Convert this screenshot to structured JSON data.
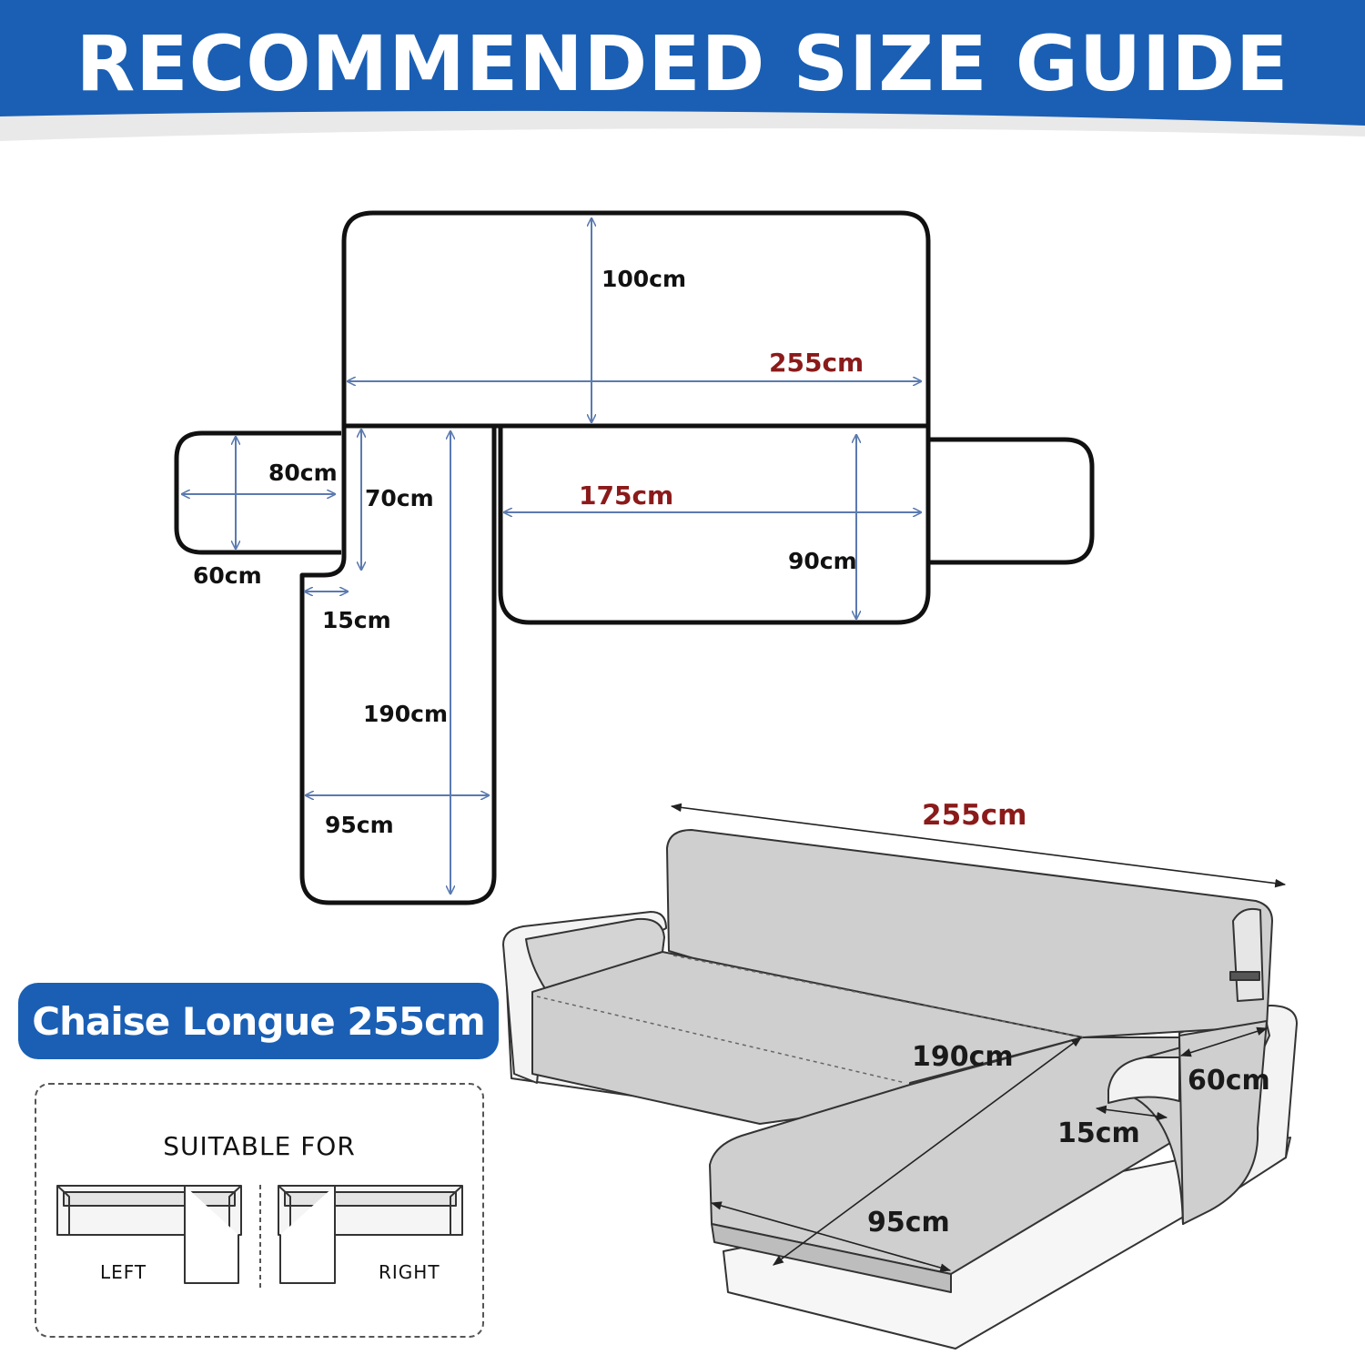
{
  "header": {
    "title": "RECOMMENDED SIZE GUIDE",
    "bg_color": "#1a5fb4"
  },
  "pattern": {
    "top_height": "100cm",
    "top_width": "255cm",
    "arm_width": "80cm",
    "arm_height": "60cm",
    "chaise_upper": "70cm",
    "notch": "15cm",
    "chaise_length": "190cm",
    "chaise_width": "95cm",
    "seat_width": "175cm",
    "seat_depth": "90cm"
  },
  "sofa": {
    "width": "255cm",
    "chaise_length": "190cm",
    "arm": "60cm",
    "gap": "15cm",
    "chaise_width": "95cm"
  },
  "badge": {
    "label": "Chaise Longue 255cm"
  },
  "suitable": {
    "title": "SUITABLE FOR",
    "left": "LEFT",
    "right": "RIGHT"
  },
  "colors": {
    "outline": "#111111",
    "arrow": "#5b7ab0",
    "red_label": "#8b1a1a",
    "sofa_fill": "#cfcfcf",
    "sofa_body": "#f4f4f4"
  }
}
